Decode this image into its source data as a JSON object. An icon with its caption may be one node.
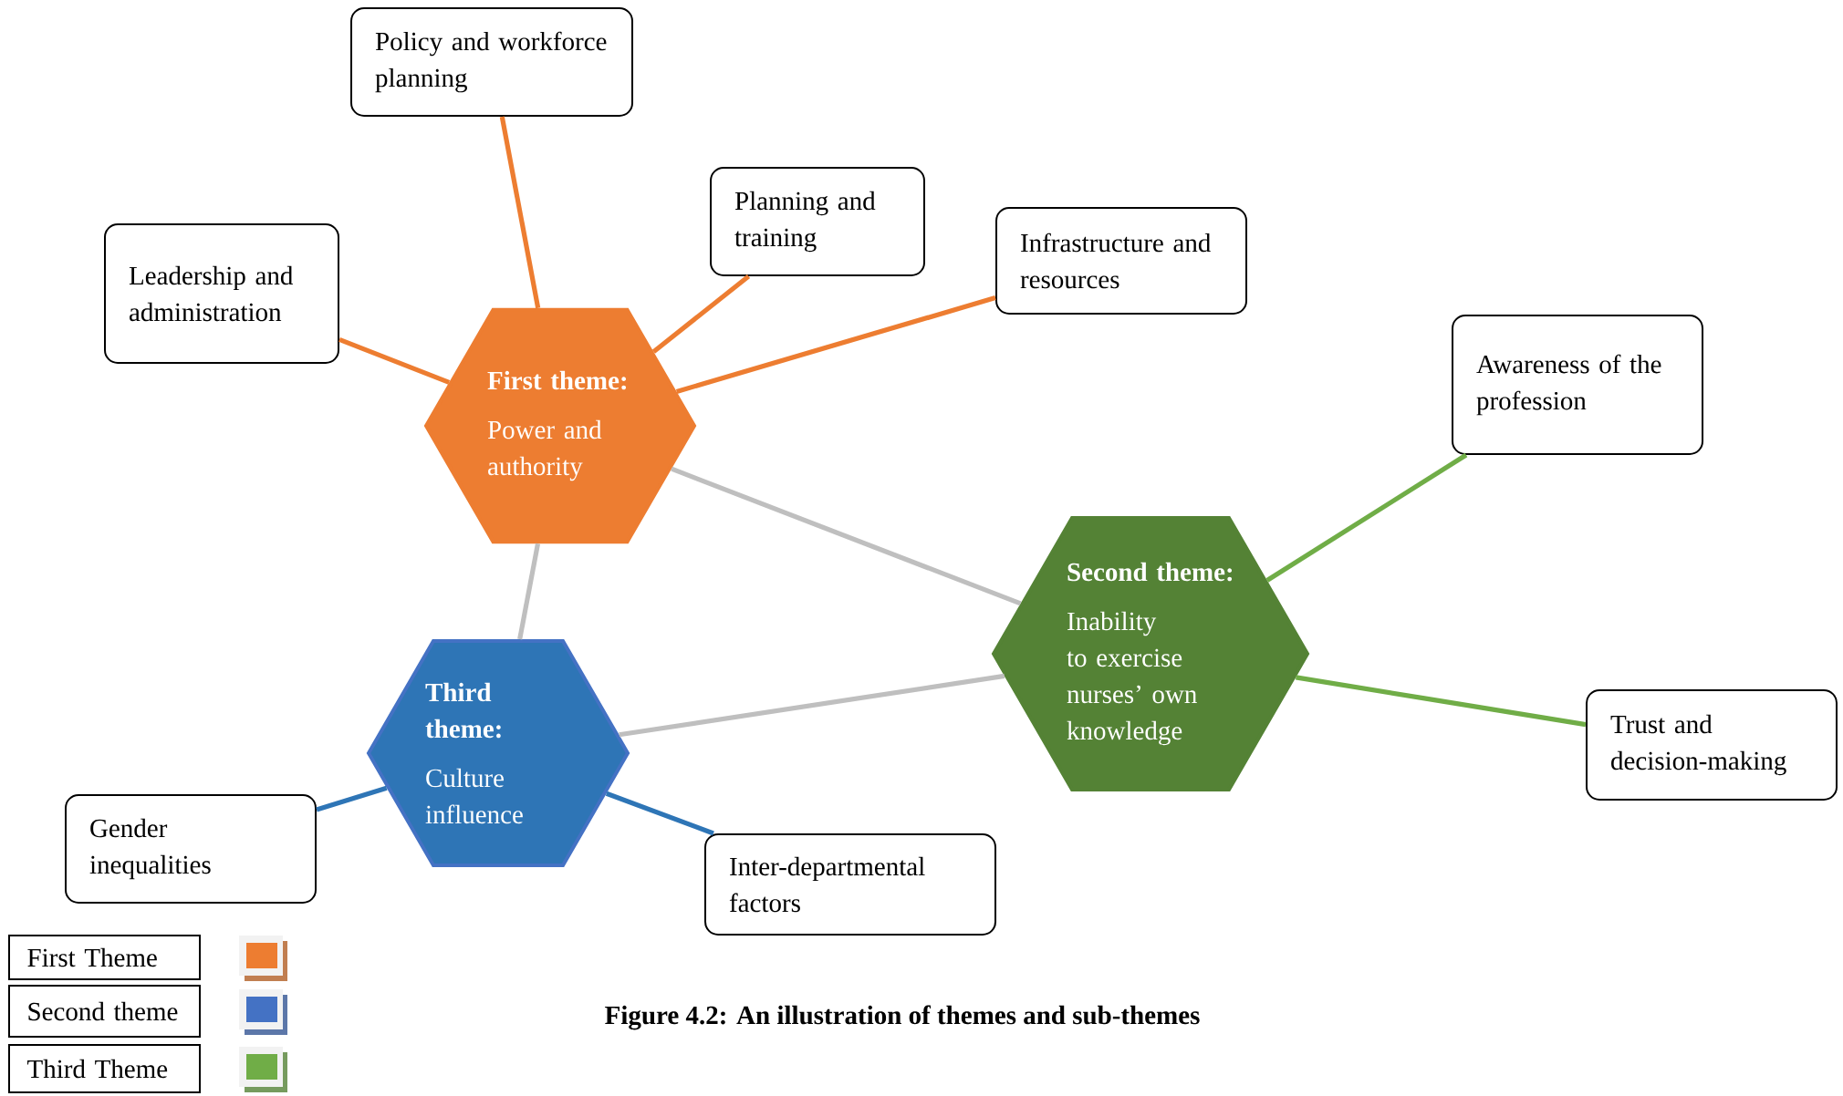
{
  "diagram": {
    "caption": "Figure 4.2: An illustration of themes and sub-themes",
    "nodes": [
      {
        "text": [
          "Policy and workforce planning"
        ]
      },
      {
        "text": [
          "Planning and training"
        ]
      },
      {
        "text": [
          "Leadership and administration"
        ]
      },
      {
        "text": [
          "Infrastructure and resources"
        ]
      },
      {
        "text": [
          "First theme:",
          "Power and authority"
        ]
      },
      {
        "text": [
          "Awareness of the profession"
        ]
      },
      {
        "text": [
          "Second theme:",
          "Inability to exercise nurses’ own knowledge"
        ]
      },
      {
        "text": [
          "Third theme:",
          "Culture influence"
        ]
      },
      {
        "text": [
          "Trust and decision-making"
        ]
      },
      {
        "text": [
          "Gender inequalities"
        ]
      },
      {
        "text": [
          "Inter-departmental factors"
        ]
      }
    ],
    "edges": [
      {
        "from": 4,
        "to": 0,
        "arrow": "none",
        "color": "#ed7d31"
      },
      {
        "from": 4,
        "to": 1,
        "arrow": "none",
        "color": "#ed7d31"
      },
      {
        "from": 4,
        "to": 2,
        "arrow": "none",
        "color": "#ed7d31"
      },
      {
        "from": 4,
        "to": 3,
        "arrow": "none",
        "color": "#ed7d31"
      },
      {
        "from": 4,
        "to": 6,
        "arrow": "none",
        "color": "#bfbfbf"
      },
      {
        "from": 4,
        "to": 7,
        "arrow": "none",
        "color": "#bfbfbf"
      },
      {
        "from": 6,
        "to": 5,
        "arrow": "none",
        "color": "#70ad47"
      },
      {
        "from": 6,
        "to": 8,
        "arrow": "none",
        "color": "#70ad47"
      },
      {
        "from": 7,
        "to": 6,
        "arrow": "none",
        "color": "#bfbfbf"
      },
      {
        "from": 7,
        "to": 9,
        "arrow": "none",
        "color": "#2e75b6"
      },
      {
        "from": 7,
        "to": 10,
        "arrow": "none",
        "color": "#2e75b6"
      }
    ],
    "legend": [
      {
        "text": "First Theme",
        "color": "#ed7d31"
      },
      {
        "text": "Second theme",
        "color": "#4472c4"
      },
      {
        "text": "Third Theme",
        "color": "#70ad47"
      }
    ]
  }
}
